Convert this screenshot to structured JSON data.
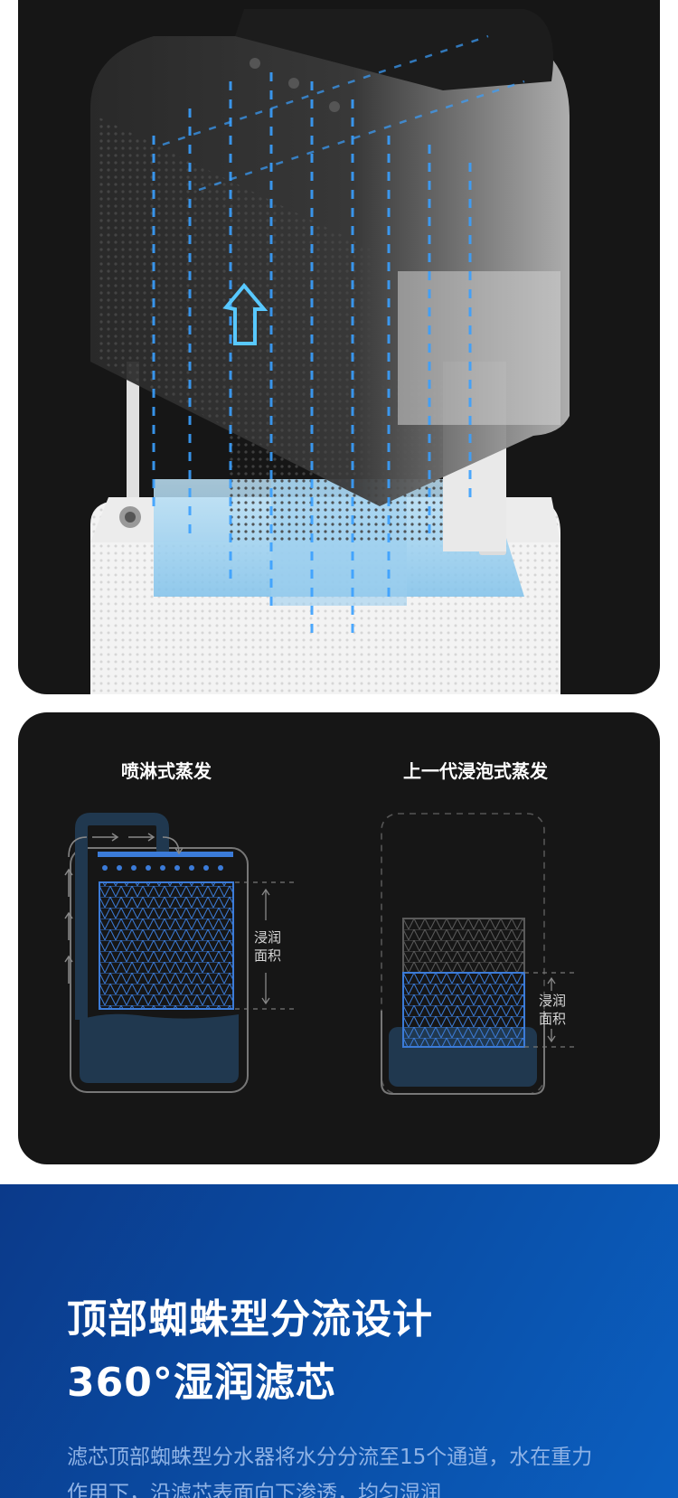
{
  "product_image": {
    "alt": "",
    "colors": {
      "background": "#161616",
      "accent": "#3aa0ff"
    }
  },
  "comparison": {
    "left": {
      "title": "喷淋式蒸发",
      "label_line1": "浸润",
      "label_line2": "面积"
    },
    "right": {
      "title": "上一代浸泡式蒸发",
      "label_line1": "浸润",
      "label_line2": "面积"
    },
    "colors": {
      "filter_blue": "#3b7bd8",
      "water": "#20384f",
      "outline": "#777777"
    }
  },
  "feature": {
    "title_line1": "顶部蜘蛛型分流设计",
    "title_line2": "360°湿润滤芯",
    "description": "滤芯顶部蜘蛛型分水器将水分分流至15个通道，水在重力作用下，沿滤芯表面向下渗透，均匀湿润"
  }
}
